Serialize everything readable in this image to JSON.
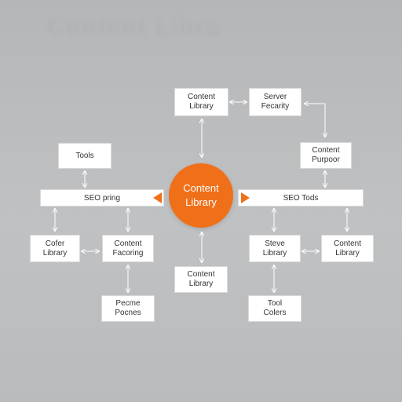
{
  "diagram": {
    "watermark_text": "Content Library",
    "hub": {
      "label": "Content\nLibrary",
      "color": "#f07019"
    },
    "bars": {
      "left": "SEO pring",
      "right": "SEO Tods"
    },
    "nodes": {
      "top_content_library": "Content\nLibrary",
      "top_server_factory": "Server\nFecarity",
      "tools": "Tools",
      "content_purpose": "Content\nPurpoor",
      "cofer_library": "Cofer\nLibrary",
      "content_factoring": "Content\nFacoring",
      "bottom_content_library": "Content\nLibrary",
      "steve_library": "Steve\nLibrary",
      "right_content_library": "Content\nLibrary",
      "pecme_pecnes": "Pecme\nPocnes",
      "tool_colers": "Tool\nColers"
    }
  }
}
